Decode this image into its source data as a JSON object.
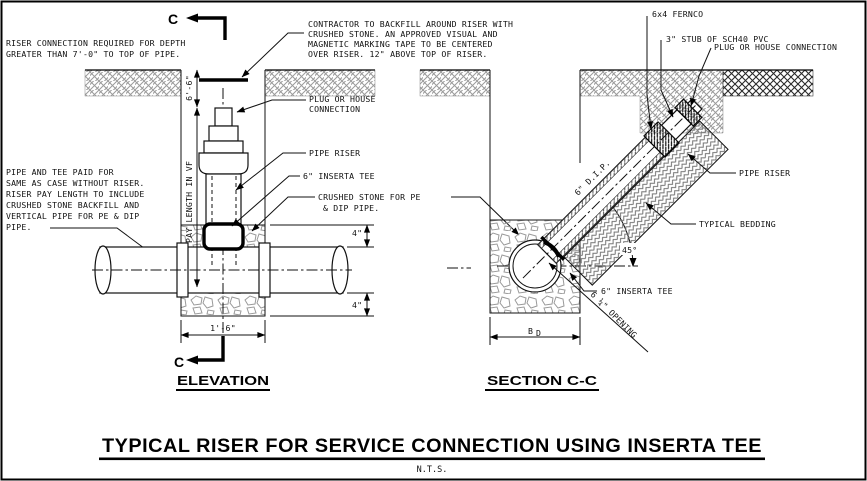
{
  "drawing": {
    "title": "TYPICAL RISER FOR SERVICE CONNECTION USING INSERTA TEE",
    "scale": "N.T.S."
  },
  "notes": {
    "depth": [
      "RISER CONNECTION REQUIRED FOR DEPTH",
      "GREATER THAN 7'-0\" TO TOP OF PIPE."
    ],
    "backfill": [
      "CONTRACTOR TO BACKFILL AROUND RISER WITH",
      "CRUSHED STONE.  AN APPROVED VISUAL AND",
      "MAGNETIC MARKING TAPE TO BE CENTERED",
      "OVER RISER.  12\" ABOVE TOP OF RISER."
    ],
    "payment": [
      "PIPE AND TEE PAID FOR",
      "SAME AS CASE WITHOUT RISER.",
      "RISER PAY LENGTH TO INCLUDE",
      "CRUSHED STONE BACKFILL AND",
      "VERTICAL PIPE FOR PE & DIP",
      "PIPE."
    ]
  },
  "elevation": {
    "view_label": "ELEVATION",
    "cut_letter": "C",
    "labels": {
      "plug": [
        "PLUG OR HOUSE",
        "CONNECTION"
      ],
      "pipe_riser": "PIPE RISER",
      "inserta_tee": "6\" INSERTA TEE",
      "crushed_stone": [
        "CRUSHED STONE FOR PE",
        "& DIP PIPE."
      ]
    },
    "dims": {
      "cover": "6'-6\"",
      "pay_length": "PAY LENGTH IN VF",
      "stone_top": "4\"",
      "stone_bottom": "4\"",
      "trench_width": "1'-6\""
    }
  },
  "section": {
    "view_label": "SECTION C-C",
    "labels": {
      "fernco": "6x4 FERNCO",
      "stub": "3\" STUB OF SCH40 PVC",
      "plug": "PLUG OR HOUSE CONNECTION",
      "dip": "6\" D.I.P.",
      "pipe_riser": "PIPE RISER",
      "bedding": "TYPICAL BEDDING",
      "angle": "45°",
      "inserta_tee": "6\" INSERTA TEE",
      "opening": "6 ¼\" OPENING"
    },
    "dims": {
      "trench_width_main": "B",
      "trench_width_sub": "D"
    }
  }
}
